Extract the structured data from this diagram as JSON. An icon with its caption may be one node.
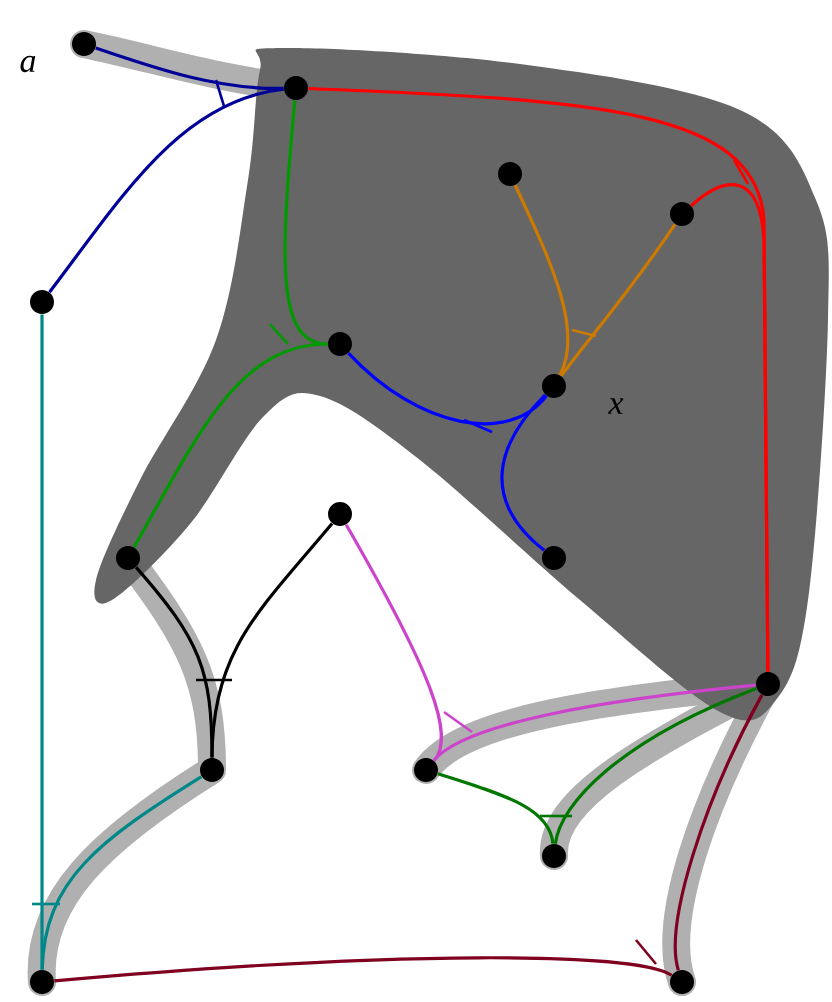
{
  "diagram": {
    "nodes": [
      {
        "text": [],
        "shape": "circle",
        "beside": [
          "a"
        ]
      },
      {
        "text": [],
        "shape": "circle"
      },
      {
        "text": [],
        "shape": "circle"
      },
      {
        "text": [],
        "shape": "circle"
      },
      {
        "text": [],
        "shape": "circle"
      },
      {
        "text": [],
        "shape": "circle"
      },
      {
        "text": [],
        "shape": "circle",
        "beside": [
          "x"
        ]
      },
      {
        "text": [],
        "shape": "circle"
      },
      {
        "text": [],
        "shape": "circle"
      },
      {
        "text": [],
        "shape": "circle"
      },
      {
        "text": [],
        "shape": "circle"
      },
      {
        "text": [],
        "shape": "circle"
      },
      {
        "text": [],
        "shape": "circle"
      },
      {
        "text": [],
        "shape": "circle"
      },
      {
        "text": [],
        "shape": "circle"
      },
      {
        "text": [],
        "shape": "circle"
      }
    ],
    "edges": [
      {
        "from": 0,
        "to": 1,
        "arrow": "none",
        "color": "#000099"
      },
      {
        "from": 4,
        "to": 1,
        "arrow": "none",
        "color": "#000099"
      },
      {
        "from": 1,
        "to": 10,
        "arrow": "none",
        "color": "#ff0000"
      },
      {
        "from": 3,
        "to": 10,
        "arrow": "none",
        "color": "#ff0000"
      },
      {
        "from": 2,
        "to": 6,
        "arrow": "none",
        "color": "#cc7a00"
      },
      {
        "from": 3,
        "to": 6,
        "arrow": "none",
        "color": "#cc7a00"
      },
      {
        "from": 1,
        "to": 5,
        "arrow": "none",
        "color": "#009900"
      },
      {
        "from": 7,
        "to": 5,
        "arrow": "none",
        "color": "#009900"
      },
      {
        "from": 5,
        "to": 6,
        "arrow": "none",
        "color": "#0000ff"
      },
      {
        "from": 8,
        "to": 6,
        "arrow": "none",
        "color": "#0000ff"
      },
      {
        "from": 7,
        "to": 11,
        "arrow": "none",
        "color": "#000000"
      },
      {
        "from": 9,
        "to": 11,
        "arrow": "none",
        "color": "#000000"
      },
      {
        "from": 9,
        "to": 12,
        "arrow": "none",
        "color": "#cc44cc"
      },
      {
        "from": 10,
        "to": 12,
        "arrow": "none",
        "color": "#cc44cc"
      },
      {
        "from": 12,
        "to": 13,
        "arrow": "none",
        "color": "#007700"
      },
      {
        "from": 10,
        "to": 13,
        "arrow": "none",
        "color": "#007700"
      },
      {
        "from": 4,
        "to": 14,
        "arrow": "none",
        "color": "#008888"
      },
      {
        "from": 11,
        "to": 14,
        "arrow": "none",
        "color": "#008888"
      },
      {
        "from": 14,
        "to": 15,
        "arrow": "none",
        "color": "#800020"
      },
      {
        "from": 10,
        "to": 15,
        "arrow": "none",
        "color": "#800020"
      }
    ]
  }
}
